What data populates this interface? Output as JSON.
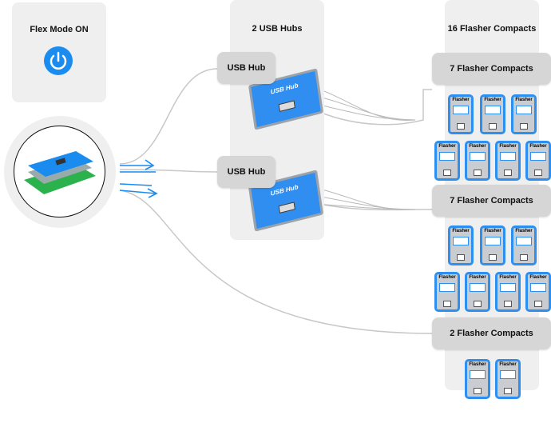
{
  "flex_mode": {
    "title": "Flex Mode ON",
    "icon": "power-icon",
    "icon_color": "#1a8cf0"
  },
  "controller": {
    "icon": "flasher-board-icon"
  },
  "hubs": {
    "title": "2 USB Hubs",
    "items": [
      {
        "label": "USB Hub",
        "device_text": "USB Hub"
      },
      {
        "label": "USB Hub",
        "device_text": "USB Hub"
      }
    ]
  },
  "flashers": {
    "title": "16 Flasher Compacts",
    "groups": [
      {
        "label": "7 Flasher Compacts",
        "count": 7
      },
      {
        "label": "7 Flasher Compacts",
        "count": 7
      },
      {
        "label": "2 Flasher Compacts",
        "count": 2
      }
    ],
    "card_text": "Flasher"
  },
  "colors": {
    "accent": "#1a8cf0",
    "panel": "#efefef",
    "label": "#d6d6d6",
    "wire": "#c8c8c8"
  }
}
